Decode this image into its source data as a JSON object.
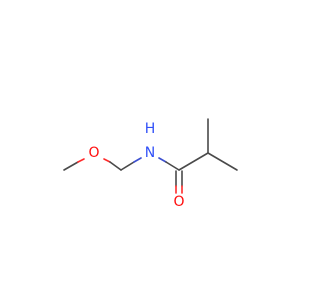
{
  "molecule": {
    "atoms": {
      "methoxy_o": {
        "symbol": "O",
        "color": "#ff0d0d"
      },
      "amide_n": {
        "symbol": "N",
        "color": "#3050f8"
      },
      "amide_h": {
        "symbol": "H",
        "color": "#3050f8"
      },
      "carbonyl_o": {
        "symbol": "O",
        "color": "#ff0d0d"
      }
    },
    "bond_color": "#4a4a4a"
  }
}
